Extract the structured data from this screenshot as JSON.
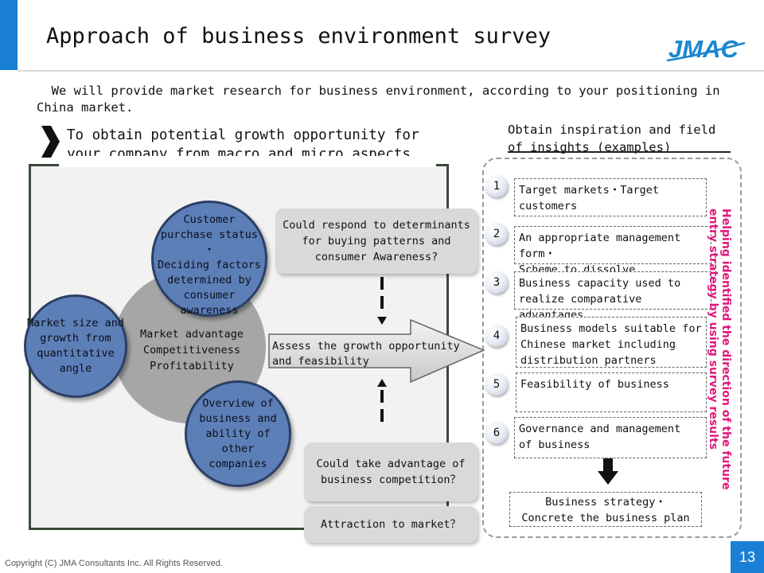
{
  "header": {
    "title": "Approach of business environment survey",
    "logo_text": "JMAC",
    "accent_color": "#1a7fd6"
  },
  "intro": {
    "line1": "  We will provide market research for business environment, according to your positioning in",
    "line2": "China market."
  },
  "section": {
    "heading_line1": "To obtain potential growth opportunity for",
    "heading_line2": "your company from macro and micro aspects.",
    "chevron_icon": "chevron-right-icon"
  },
  "right_heading": {
    "line1": "Obtain inspiration and field",
    "line2": "of insights (examples)"
  },
  "diagram": {
    "center": [
      "Market advantage",
      "Competitiveness",
      "Profitability"
    ],
    "customer_circle": [
      "Customer",
      "purchase status",
      "・",
      "Deciding factors",
      "determined by",
      "consumer",
      "awareness"
    ],
    "market_circle": [
      "Market size and",
      "growth from",
      "quantitative",
      "angle"
    ],
    "overview_circle": [
      "Overview of",
      "business and",
      "ability of other",
      "companies"
    ],
    "respond_box": "Could respond to determinants for buying patterns and consumer Awareness?",
    "arrow_text_line1": "Assess the growth opportunity",
    "arrow_text_line2": "and feasibility",
    "competition_box": "Could take advantage of business competition？",
    "attraction_box": "Attraction to market？",
    "circle_color": "#5d7fb8"
  },
  "insights": [
    {
      "num": "1",
      "text": "Target markets・Target\ncustomers"
    },
    {
      "num": "2",
      "text": "An appropriate management form・\nScheme to dissolve combination"
    },
    {
      "num": "3",
      "text": "Business capacity used to\nrealize comparative advantages"
    },
    {
      "num": "4",
      "text": "Business models suitable for\nChinese market including\ndistribution partners"
    },
    {
      "num": "5",
      "text": "Feasibility of business"
    },
    {
      "num": "6",
      "text": "Governance and management\nof business"
    }
  ],
  "strategy_box": "Business strategy・\nConcrete the business plan",
  "vertical_text": {
    "line1": "Helping identified the direction of the future",
    "line2": "entry strategy by using survey results",
    "color": "#e0167a"
  },
  "footer": {
    "copyright": "Copyright (C) JMA Consultants Inc. All Rights Reserved.",
    "page_number": "13"
  }
}
